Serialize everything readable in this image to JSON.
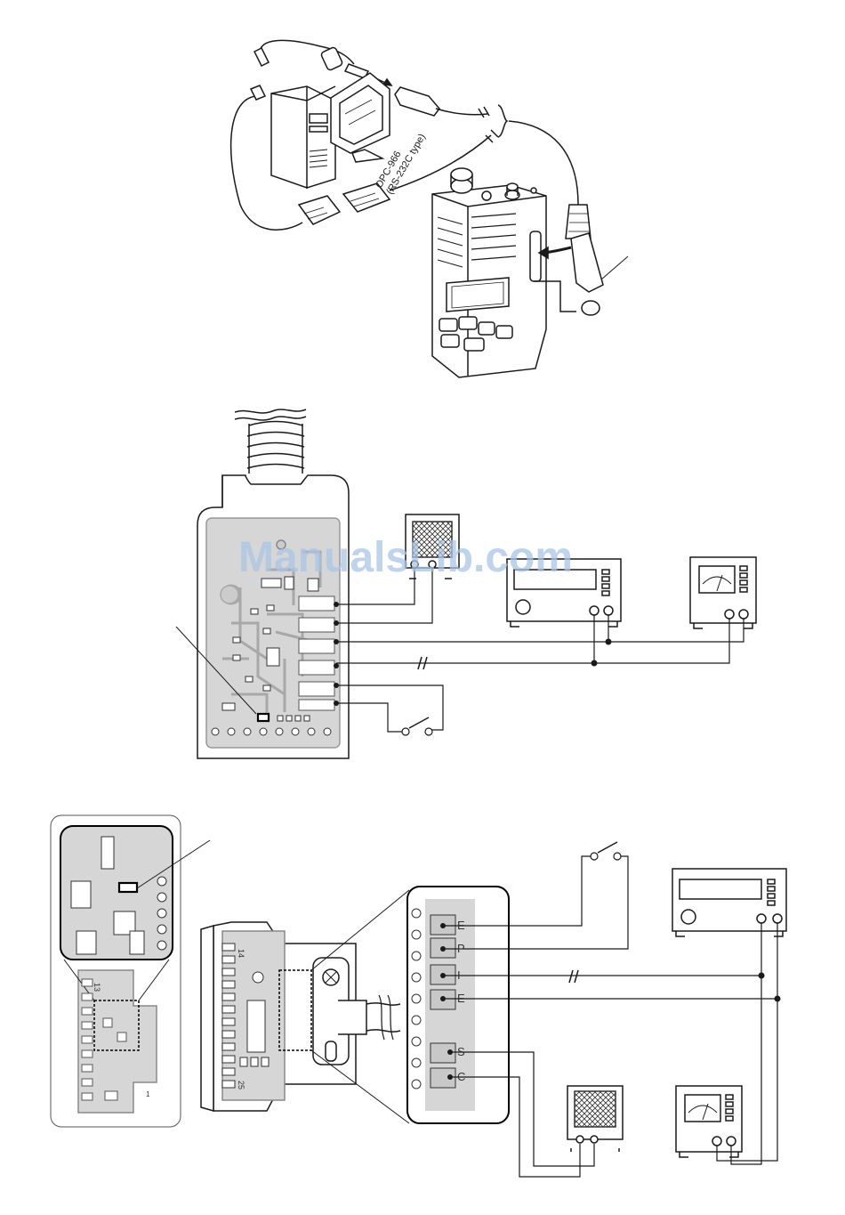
{
  "labels": {
    "cable_model": "OPC-966",
    "cable_type": "(RS-232C type)",
    "ic_top_number": "14",
    "ic_bottom_number": "25",
    "board_mark": "13",
    "board_mark_one": "1"
  },
  "pad_letters": {
    "top_connector": [
      "E",
      "P",
      "I",
      "E",
      "S",
      "C"
    ]
  },
  "watermark": "ManualsLib.com",
  "colors": {
    "line": "#1a1a1a",
    "pcb": "#d9d9d9",
    "pcb_trace": "#bfbfbf",
    "watermark": "#a8c4e6"
  }
}
